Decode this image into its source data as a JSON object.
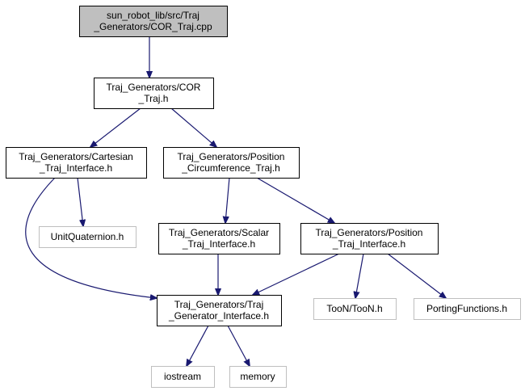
{
  "diagram": {
    "nodes": [
      {
        "id": "cpp",
        "lines": [
          "sun_robot_lib/src/Traj",
          "_Generators/COR_Traj.cpp"
        ],
        "kind": "root"
      },
      {
        "id": "cor_h",
        "lines": [
          "Traj_Generators/COR",
          "_Traj.h"
        ],
        "kind": "local"
      },
      {
        "id": "cartesian",
        "lines": [
          "Traj_Generators/Cartesian",
          "_Traj_Interface.h"
        ],
        "kind": "local"
      },
      {
        "id": "position_circ",
        "lines": [
          "Traj_Generators/Position",
          "_Circumference_Traj.h"
        ],
        "kind": "local"
      },
      {
        "id": "unitquat",
        "lines": [
          "UnitQuaternion.h"
        ],
        "kind": "external"
      },
      {
        "id": "scalar",
        "lines": [
          "Traj_Generators/Scalar",
          "_Traj_Interface.h"
        ],
        "kind": "local"
      },
      {
        "id": "position_iface",
        "lines": [
          "Traj_Generators/Position",
          "_Traj_Interface.h"
        ],
        "kind": "local"
      },
      {
        "id": "generator_iface",
        "lines": [
          "Traj_Generators/Traj",
          "_Generator_Interface.h"
        ],
        "kind": "local"
      },
      {
        "id": "toon",
        "lines": [
          "TooN/TooN.h"
        ],
        "kind": "external"
      },
      {
        "id": "porting",
        "lines": [
          "PortingFunctions.h"
        ],
        "kind": "external"
      },
      {
        "id": "iostream",
        "lines": [
          "iostream"
        ],
        "kind": "external"
      },
      {
        "id": "memory",
        "lines": [
          "memory"
        ],
        "kind": "external"
      }
    ],
    "edges": [
      {
        "from": "cpp",
        "to": "cor_h"
      },
      {
        "from": "cor_h",
        "to": "cartesian"
      },
      {
        "from": "cor_h",
        "to": "position_circ"
      },
      {
        "from": "cartesian",
        "to": "unitquat"
      },
      {
        "from": "cartesian",
        "to": "generator_iface"
      },
      {
        "from": "position_circ",
        "to": "scalar"
      },
      {
        "from": "position_circ",
        "to": "position_iface"
      },
      {
        "from": "scalar",
        "to": "generator_iface"
      },
      {
        "from": "position_iface",
        "to": "generator_iface"
      },
      {
        "from": "position_iface",
        "to": "toon"
      },
      {
        "from": "position_iface",
        "to": "porting"
      },
      {
        "from": "generator_iface",
        "to": "iostream"
      },
      {
        "from": "generator_iface",
        "to": "memory"
      }
    ],
    "colors": {
      "edge": "#191970",
      "root_fill": "#bfbfbf",
      "local_border": "#000000",
      "external_border": "#bfbfbf"
    }
  }
}
